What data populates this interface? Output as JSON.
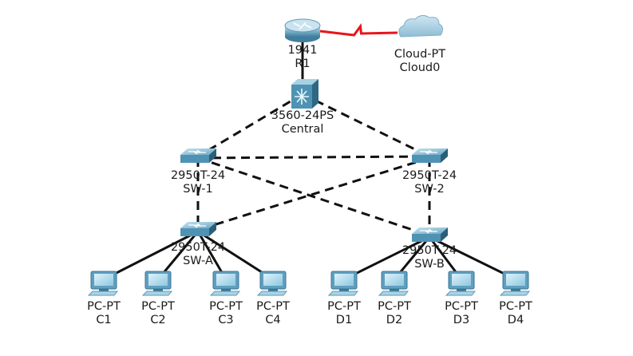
{
  "devices": [
    {
      "id": "r1",
      "kind": "router",
      "model": "1941",
      "name": "R1"
    },
    {
      "id": "cloud0",
      "kind": "cloud",
      "model": "Cloud-PT",
      "name": "Cloud0"
    },
    {
      "id": "central",
      "kind": "multilayer-switch",
      "model": "3560-24PS",
      "name": "Central"
    },
    {
      "id": "sw1",
      "kind": "switch",
      "model": "2950T-24",
      "name": "SW-1"
    },
    {
      "id": "sw2",
      "kind": "switch",
      "model": "2950T-24",
      "name": "SW-2"
    },
    {
      "id": "swa",
      "kind": "switch",
      "model": "2950T-24",
      "name": "SW-A"
    },
    {
      "id": "swb",
      "kind": "switch",
      "model": "2950T-24",
      "name": "SW-B"
    },
    {
      "id": "c1",
      "kind": "pc",
      "model": "PC-PT",
      "name": "C1"
    },
    {
      "id": "c2",
      "kind": "pc",
      "model": "PC-PT",
      "name": "C2"
    },
    {
      "id": "c3",
      "kind": "pc",
      "model": "PC-PT",
      "name": "C3"
    },
    {
      "id": "c4",
      "kind": "pc",
      "model": "PC-PT",
      "name": "C4"
    },
    {
      "id": "d1",
      "kind": "pc",
      "model": "PC-PT",
      "name": "D1"
    },
    {
      "id": "d2",
      "kind": "pc",
      "model": "PC-PT",
      "name": "D2"
    },
    {
      "id": "d3",
      "kind": "pc",
      "model": "PC-PT",
      "name": "D3"
    },
    {
      "id": "d4",
      "kind": "pc",
      "model": "PC-PT",
      "name": "D4"
    }
  ],
  "links": [
    {
      "from": "r1",
      "to": "cloud0",
      "style": "serial",
      "color": "#e8141c"
    },
    {
      "from": "r1",
      "to": "central",
      "style": "solid"
    },
    {
      "from": "central",
      "to": "sw1",
      "style": "dashed"
    },
    {
      "from": "central",
      "to": "sw2",
      "style": "dashed"
    },
    {
      "from": "sw1",
      "to": "sw2",
      "style": "dashed"
    },
    {
      "from": "sw1",
      "to": "swa",
      "style": "dashed"
    },
    {
      "from": "sw1",
      "to": "swb",
      "style": "dashed"
    },
    {
      "from": "sw2",
      "to": "swa",
      "style": "dashed"
    },
    {
      "from": "sw2",
      "to": "swb",
      "style": "dashed"
    },
    {
      "from": "swa",
      "to": "c1",
      "style": "solid"
    },
    {
      "from": "swa",
      "to": "c2",
      "style": "solid"
    },
    {
      "from": "swa",
      "to": "c3",
      "style": "solid"
    },
    {
      "from": "swa",
      "to": "c4",
      "style": "solid"
    },
    {
      "from": "swb",
      "to": "d1",
      "style": "solid"
    },
    {
      "from": "swb",
      "to": "d2",
      "style": "solid"
    },
    {
      "from": "swb",
      "to": "d3",
      "style": "solid"
    },
    {
      "from": "swb",
      "to": "d4",
      "style": "solid"
    }
  ],
  "colors": {
    "link": "#111111",
    "serial": "#e8141c",
    "device_fill": "#4f93b4",
    "device_dark": "#2b5f78",
    "device_light": "#a9d3e6",
    "cloud": "#9cc7dd",
    "label": "#1a1a1a"
  }
}
